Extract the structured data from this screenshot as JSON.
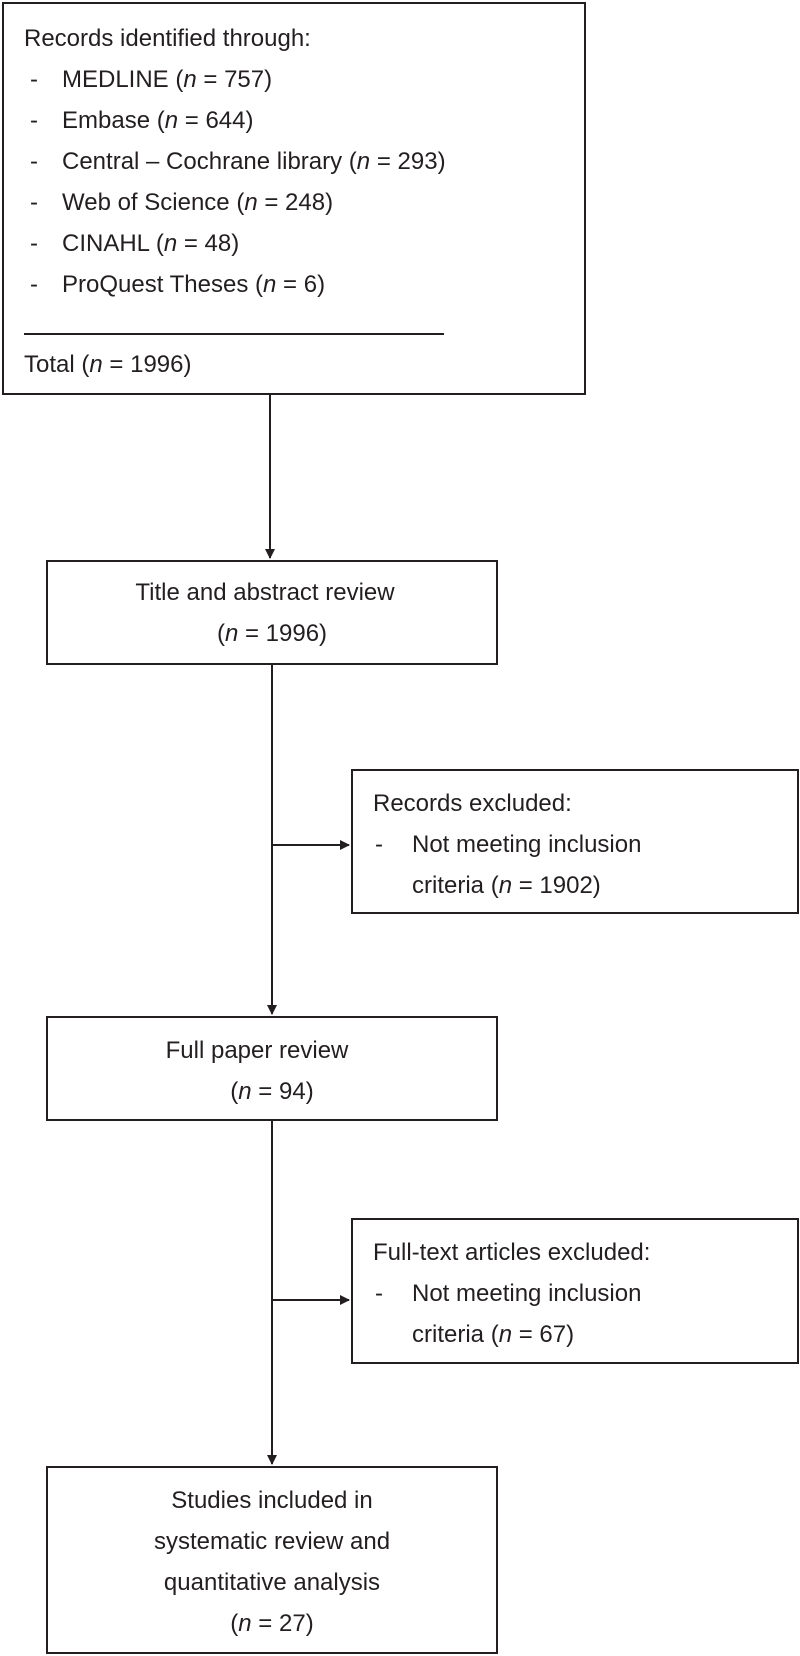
{
  "identification": {
    "heading": "Records identified through:",
    "sources": [
      {
        "name": "MEDLINE",
        "count": "757"
      },
      {
        "name": "Embase",
        "count": "644"
      },
      {
        "name": "Central – Cochrane library",
        "count": "293"
      },
      {
        "name": "Web of Science",
        "count": "248"
      },
      {
        "name": "CINAHL",
        "count": "48"
      },
      {
        "name": "ProQuest Theses",
        "count": "6"
      }
    ],
    "total_label": "Total",
    "total_count": "1996"
  },
  "screening": {
    "title": "Title and abstract review",
    "count": "1996"
  },
  "excluded_records": {
    "heading": "Records excluded:",
    "reason_line1": "Not meeting inclusion",
    "reason_line2": "criteria",
    "count": "1902"
  },
  "full_paper": {
    "title": "Full paper review",
    "count": "94"
  },
  "excluded_fulltext": {
    "heading": "Full-text articles excluded:",
    "reason_line1": "Not meeting inclusion",
    "reason_line2": "criteria",
    "count": "67"
  },
  "included": {
    "line1": "Studies included in",
    "line2": "systematic review and",
    "line3": "quantitative analysis",
    "count": "27"
  },
  "symbols": {
    "n": "n",
    "eq": " = ",
    "open": "(",
    "close": ")",
    "dash": "-"
  }
}
